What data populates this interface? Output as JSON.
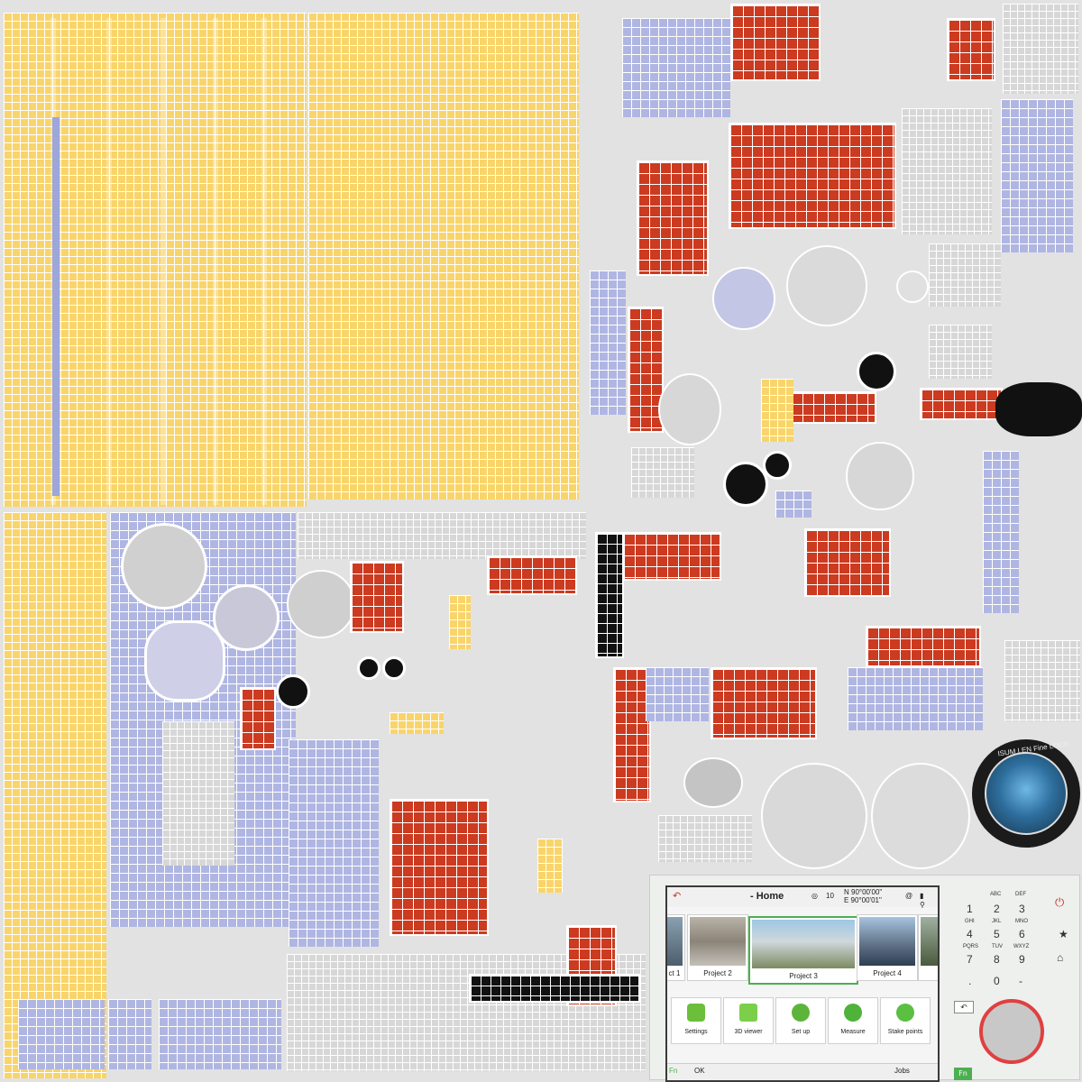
{
  "device": {
    "title": "- Home",
    "status_icons": [
      "back-icon",
      "satellite-icon",
      "battery-icon",
      "at-icon"
    ],
    "satellite_count": "10",
    "coords": [
      "N 90°00'00\"",
      "E 90°00'01\""
    ],
    "projects": [
      {
        "label": "ct 1",
        "selected": false
      },
      {
        "label": "Project 2",
        "selected": false
      },
      {
        "label": "Project 3",
        "selected": true
      },
      {
        "label": "Project 4",
        "selected": false
      }
    ],
    "apps": [
      {
        "label": "Settings",
        "icon": "gear-icon"
      },
      {
        "label": "3D viewer",
        "icon": "viewer-3d-icon"
      },
      {
        "label": "Set up",
        "icon": "setup-icon"
      },
      {
        "label": "Measure",
        "icon": "measure-icon"
      },
      {
        "label": "Stake points",
        "icon": "stake-icon"
      }
    ],
    "bottom_left": "Fn",
    "bottom_ok": "OK",
    "bottom_jobs": "Jobs",
    "keypad": {
      "keys": [
        "1",
        "2",
        "3",
        "4",
        "5",
        "6",
        "7",
        "8",
        "9",
        ".",
        "0",
        "-"
      ],
      "letters": [
        "ABC",
        "DEF",
        "GHI",
        "JKL",
        "MNO",
        "PQRS",
        "TUV",
        "WXYZ"
      ],
      "fn_label": "Fn"
    }
  },
  "compass": {
    "ring_text": "ISUM LEN Fine LOCK"
  },
  "colors": {
    "yellow": "#f8d46a",
    "red": "#cc3a20",
    "lavender": "#b0b6e2",
    "grey": "#d7d7d7",
    "black": "#111111",
    "accent_green": "#4caf50",
    "ring_red": "#e04040"
  }
}
